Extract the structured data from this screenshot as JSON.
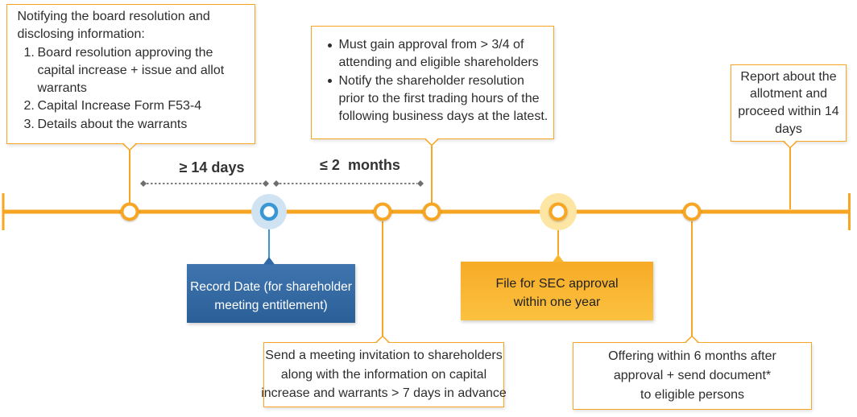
{
  "colors": {
    "timeline": "#f6a623",
    "record_date_box": "#2f69a8",
    "record_date_node": "#3a97d4",
    "record_date_halo": "#cfe3f3",
    "sec_box": "#f9b631",
    "sec_halo": "#fde6a4",
    "duration_marker": "#6e6e6e",
    "text": "#2d2d2d"
  },
  "durations": {
    "notice_period": "≥ 14 days",
    "meeting_window": "≤ 2  months"
  },
  "callouts": {
    "board_notice": {
      "intro": [
        "Notifying the board resolution and",
        "disclosing information:"
      ],
      "items": [
        {
          "marker": "1.",
          "lines": [
            "Board resolution approving the",
            "capital increase + issue and allot",
            "warrants"
          ]
        },
        {
          "marker": "2.",
          "lines": [
            "Capital Increase Form F53-4"
          ]
        },
        {
          "marker": "3.",
          "lines": [
            "Details about the warrants"
          ]
        }
      ]
    },
    "approval_rules": {
      "items": [
        {
          "lines": [
            "Must gain approval from > 3/4 of",
            "attending and eligible shareholders"
          ]
        },
        {
          "lines": [
            "Notify the shareholder resolution",
            "prior to the first trading hours of the",
            "following business days at the latest."
          ]
        }
      ]
    },
    "allotment_report": {
      "lines": [
        "Report about the",
        "allotment and",
        "proceed within 14",
        "days"
      ]
    },
    "record_date": {
      "lines": [
        "Record Date (for shareholder",
        "meeting entitlement)"
      ]
    },
    "sec_filing": {
      "lines": [
        "File for SEC approval",
        "within one year"
      ]
    },
    "meeting_invitation": {
      "lines": [
        "Send a meeting invitation to shareholders",
        "along with the information on capital",
        "increase and warrants > 7 days in advance"
      ]
    },
    "offering": {
      "lines": [
        "Offering within 6 months after",
        "approval + send document*",
        "to eligible persons"
      ]
    }
  }
}
